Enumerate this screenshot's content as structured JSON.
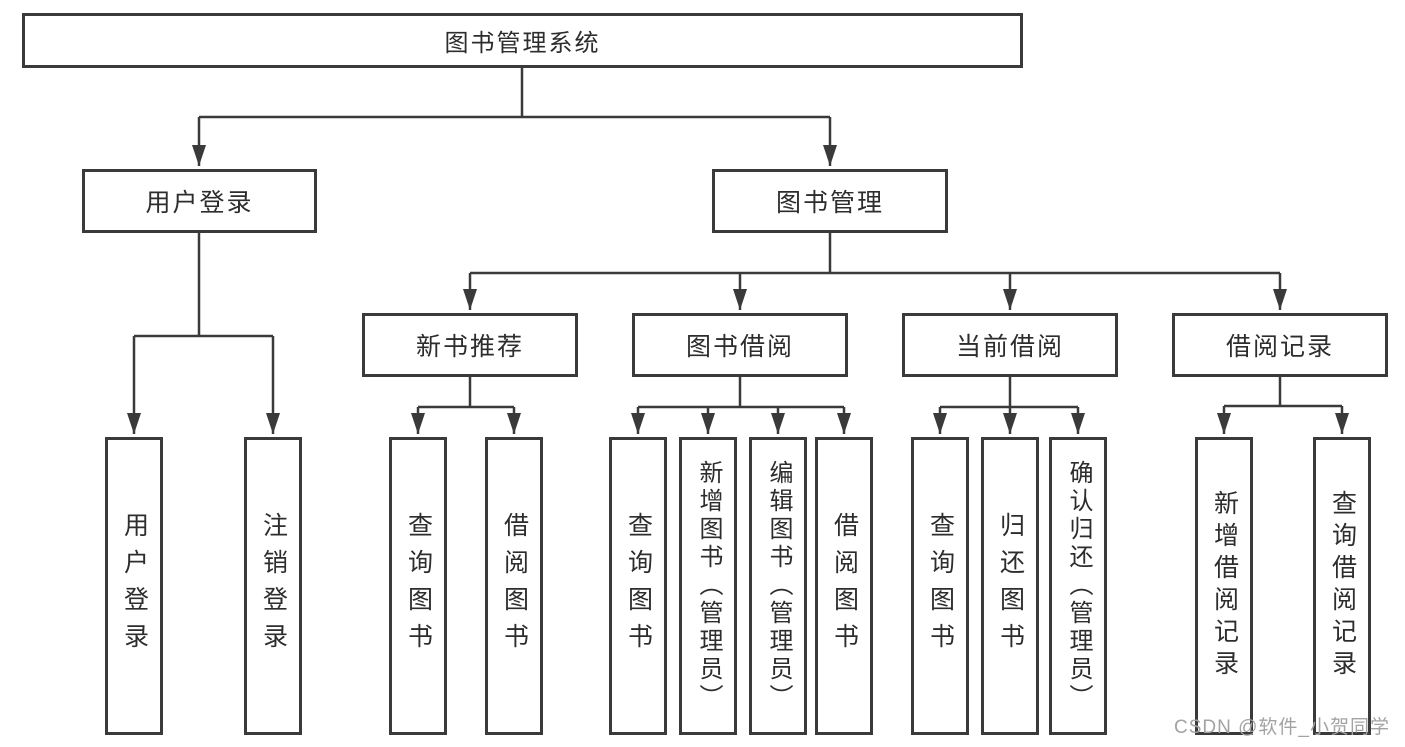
{
  "diagram": {
    "title": "图书管理系统",
    "root": {
      "label": "图书管理系统"
    },
    "level2": [
      {
        "id": "user-login",
        "label": "用户登录"
      },
      {
        "id": "book-management",
        "label": "图书管理"
      }
    ],
    "level3": [
      {
        "id": "new-book-recommend",
        "parent": "book-management",
        "label": "新书推荐"
      },
      {
        "id": "book-borrow",
        "parent": "book-management",
        "label": "图书借阅"
      },
      {
        "id": "current-borrow",
        "parent": "book-management",
        "label": "当前借阅"
      },
      {
        "id": "borrow-record",
        "parent": "book-management",
        "label": "借阅记录"
      }
    ],
    "level4": [
      {
        "parent": "user-login",
        "label": "用户登录"
      },
      {
        "parent": "user-login",
        "label": "注销登录"
      },
      {
        "parent": "new-book-recommend",
        "label": "查询图书"
      },
      {
        "parent": "new-book-recommend",
        "label": "借阅图书"
      },
      {
        "parent": "book-borrow",
        "label": "查询图书"
      },
      {
        "parent": "book-borrow",
        "label": "新增图书（管理员）"
      },
      {
        "parent": "book-borrow",
        "label": "编辑图书（管理员）"
      },
      {
        "parent": "book-borrow",
        "label": "借阅图书"
      },
      {
        "parent": "current-borrow",
        "label": "查询图书"
      },
      {
        "parent": "current-borrow",
        "label": "归还图书"
      },
      {
        "parent": "current-borrow",
        "label": "确认归还（管理员）"
      },
      {
        "parent": "borrow-record",
        "label": "新增借阅记录"
      },
      {
        "parent": "borrow-record",
        "label": "查询借阅记录"
      }
    ],
    "colors": {
      "line": "#3a3a3a",
      "text": "#2d2d2d",
      "box_fill": "#ffffff",
      "watermark": "#a3a3a3"
    },
    "watermark": "CSDN @软件_小贺同学"
  }
}
